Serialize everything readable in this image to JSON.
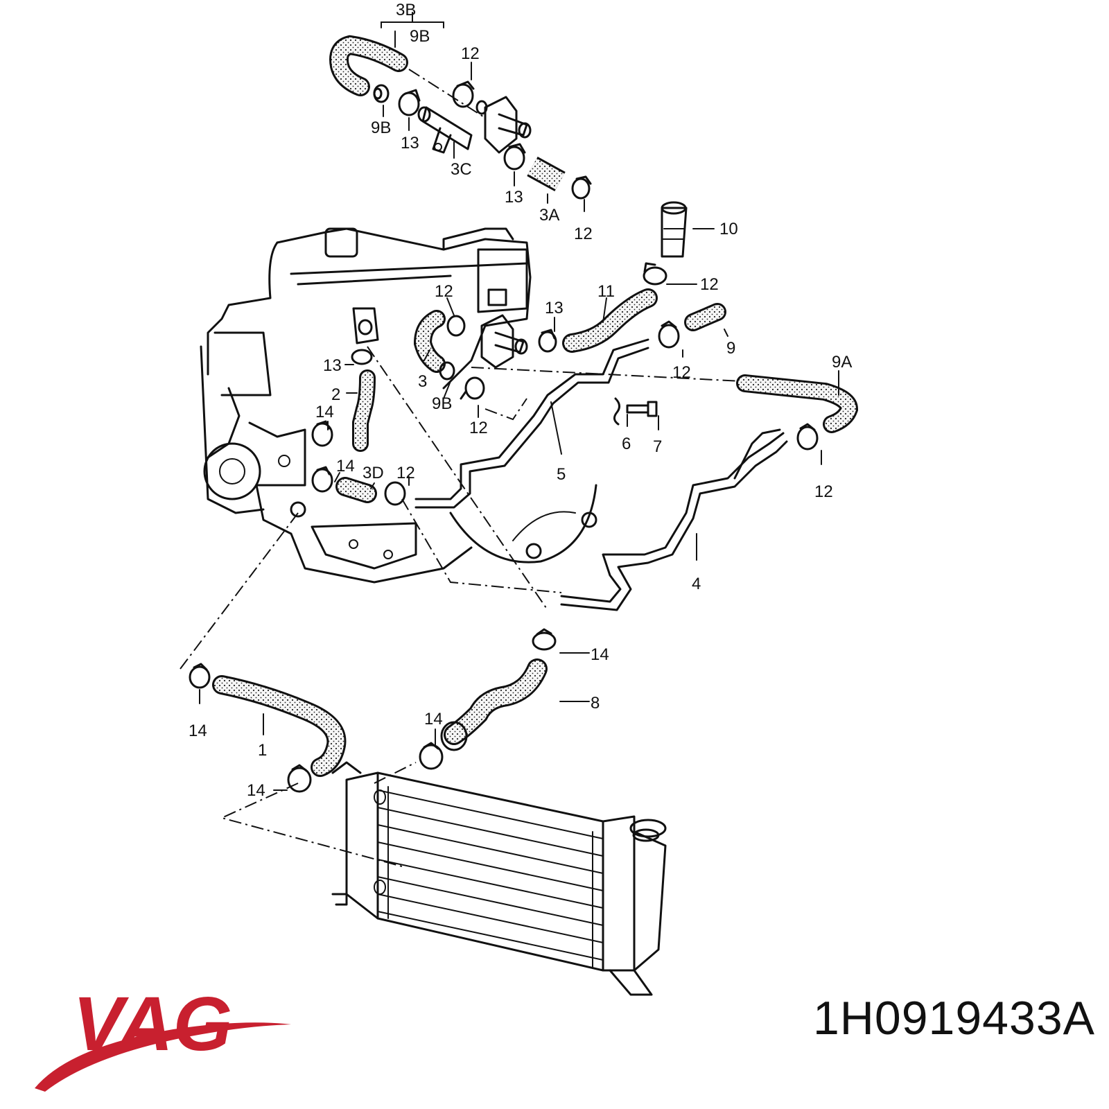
{
  "brand": {
    "logo_text": "VAG",
    "logo_color": "#c8202f"
  },
  "part_number": "1H0919433A",
  "callouts": [
    {
      "id": "c-3b-top",
      "text": "3B"
    },
    {
      "id": "c-9b-top",
      "text": "9B"
    },
    {
      "id": "c-12-a",
      "text": "12"
    },
    {
      "id": "c-9b-b",
      "text": "9B"
    },
    {
      "id": "c-13-a",
      "text": "13"
    },
    {
      "id": "c-3c",
      "text": "3C"
    },
    {
      "id": "c-13-b",
      "text": "13"
    },
    {
      "id": "c-3a",
      "text": "3A"
    },
    {
      "id": "c-12-b",
      "text": "12"
    },
    {
      "id": "c-10",
      "text": "10"
    },
    {
      "id": "c-12-c",
      "text": "12"
    },
    {
      "id": "c-12-d",
      "text": "12"
    },
    {
      "id": "c-13-c",
      "text": "13"
    },
    {
      "id": "c-11",
      "text": "11"
    },
    {
      "id": "c-9",
      "text": "9"
    },
    {
      "id": "c-12-e",
      "text": "12"
    },
    {
      "id": "c-9a",
      "text": "9A"
    },
    {
      "id": "c-13-d",
      "text": "13"
    },
    {
      "id": "c-3",
      "text": "3"
    },
    {
      "id": "c-2",
      "text": "2"
    },
    {
      "id": "c-9b-c",
      "text": "9B"
    },
    {
      "id": "c-12-f",
      "text": "12"
    },
    {
      "id": "c-6",
      "text": "6"
    },
    {
      "id": "c-7",
      "text": "7"
    },
    {
      "id": "c-14-a",
      "text": "14"
    },
    {
      "id": "c-14-b",
      "text": "14"
    },
    {
      "id": "c-3d",
      "text": "3D"
    },
    {
      "id": "c-12-g",
      "text": "12"
    },
    {
      "id": "c-5",
      "text": "5"
    },
    {
      "id": "c-12-h",
      "text": "12"
    },
    {
      "id": "c-4",
      "text": "4"
    },
    {
      "id": "c-14-c",
      "text": "14"
    },
    {
      "id": "c-8",
      "text": "8"
    },
    {
      "id": "c-14-d",
      "text": "14"
    },
    {
      "id": "c-1",
      "text": "1"
    },
    {
      "id": "c-14-e",
      "text": "14"
    },
    {
      "id": "c-14-f",
      "text": "14"
    }
  ]
}
